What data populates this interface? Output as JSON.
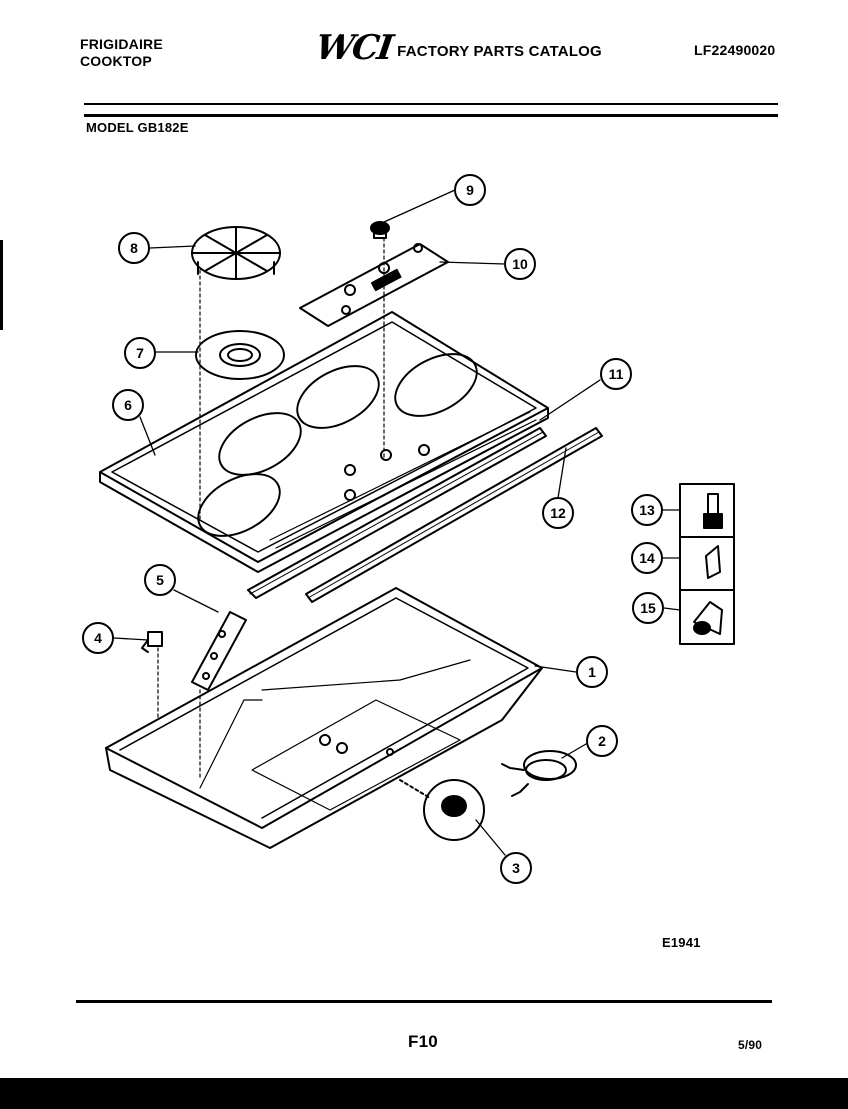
{
  "header": {
    "brand_line1": "FRIGIDAIRE",
    "brand_line2": "COOKTOP",
    "logo_text": "WCI",
    "catalog_label": "FACTORY PARTS CATALOG",
    "catalog_number": "LF22490020",
    "model_label": "MODEL GB182E"
  },
  "callouts": [
    "1",
    "2",
    "3",
    "4",
    "5",
    "6",
    "7",
    "8",
    "9",
    "10",
    "11",
    "12",
    "13",
    "14",
    "15"
  ],
  "footer": {
    "figure_code": "E1941",
    "page_label": "F10",
    "date": "5/90"
  }
}
